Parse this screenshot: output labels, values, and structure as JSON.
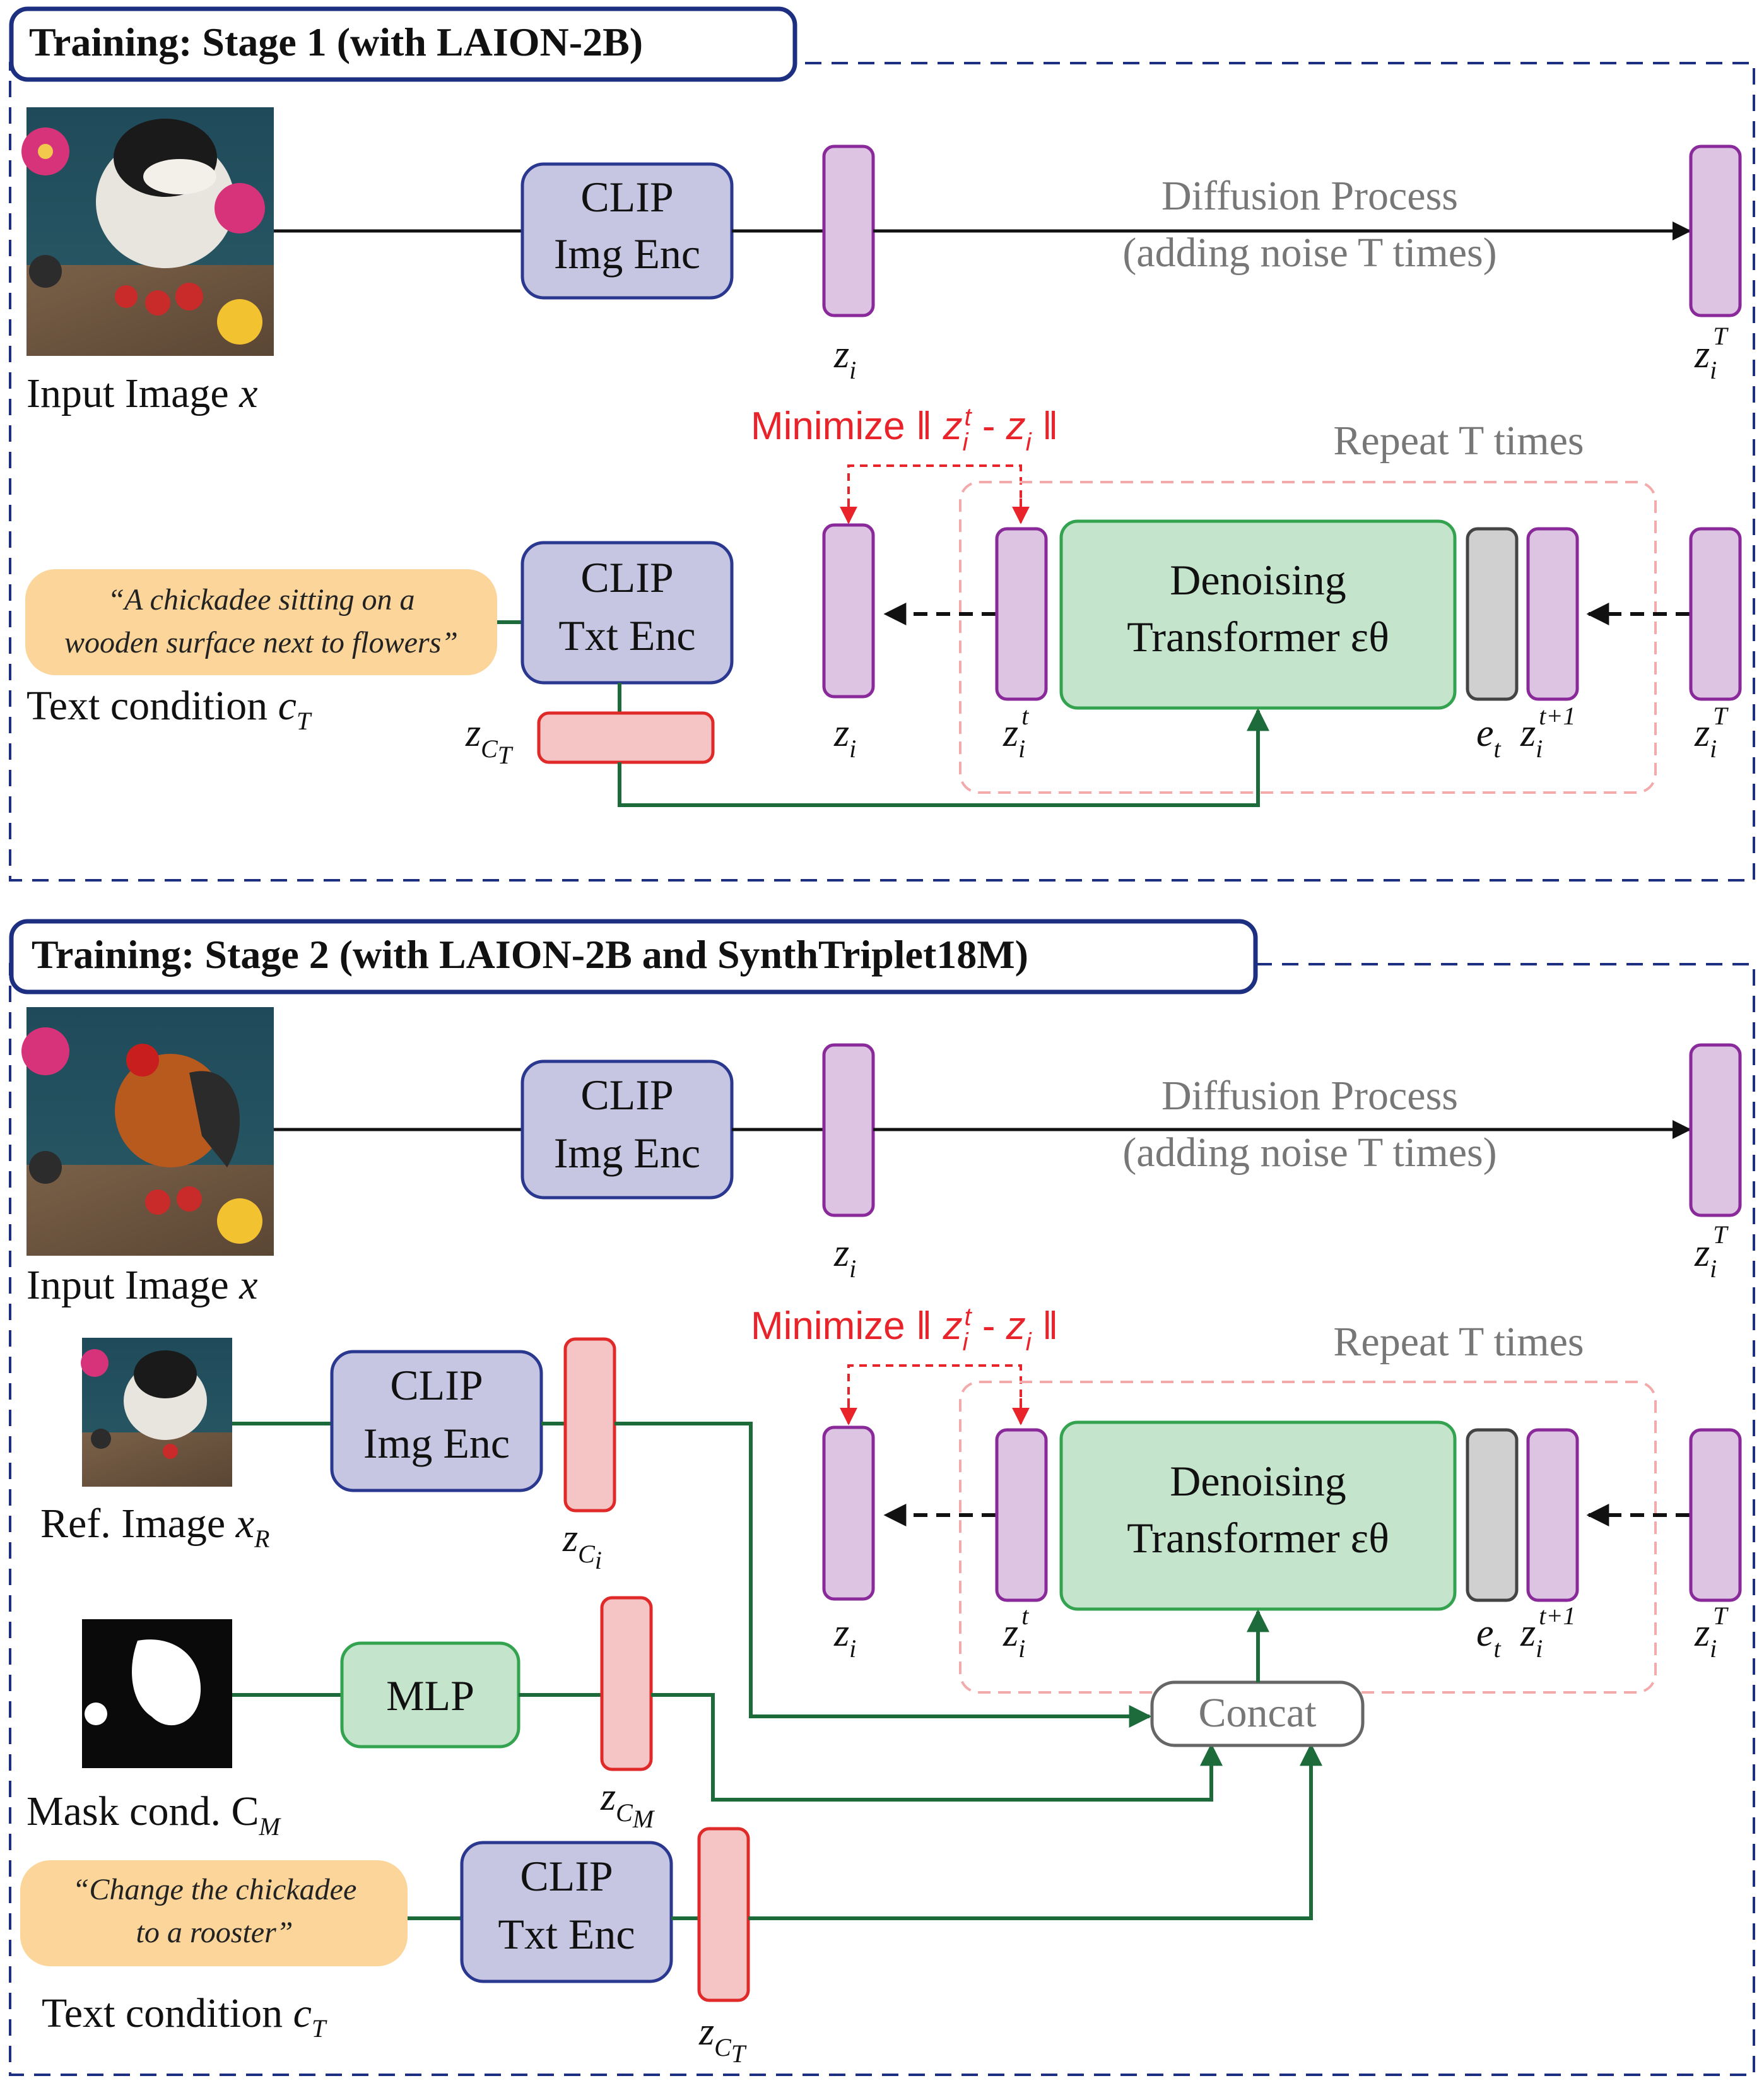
{
  "stage1": {
    "title": "Training: Stage 1 (with LAION-2B)",
    "clip_img_enc": [
      "CLIP",
      "Img Enc"
    ],
    "diffusion": [
      "Diffusion Process",
      "(adding noise T times)"
    ],
    "input_image_label": "Input Image ",
    "input_image_var": "x",
    "minimize_prefix": "Minimize ‖ ",
    "minimize_dash": " - ",
    "minimize_suffix": " ‖",
    "repeat": "Repeat T times",
    "prompt": [
      "“A chickadee sitting on a",
      "wooden surface next to flowers”"
    ],
    "clip_txt_enc": [
      "CLIP",
      "Txt Enc"
    ],
    "text_condition_label": "Text condition ",
    "denoiser": [
      "Denoising",
      "Transformer εθ"
    ]
  },
  "stage2": {
    "title": "Training: Stage 2 (with LAION-2B and SynthTriplet18M)",
    "clip_img_enc": [
      "CLIP",
      "Img Enc"
    ],
    "diffusion": [
      "Diffusion Process",
      "(adding noise T times)"
    ],
    "input_image_label": "Input Image ",
    "input_image_var": "x",
    "minimize_prefix": "Minimize ‖ ",
    "minimize_dash": " - ",
    "minimize_suffix": " ‖",
    "repeat": "Repeat T times",
    "ref_clip_img_enc": [
      "CLIP",
      "Img Enc"
    ],
    "ref_image_label": "Ref. Image ",
    "mlp": "MLP",
    "mask_label": "Mask cond. C",
    "concat": "Concat",
    "prompt": [
      "“Change the chickadee",
      "to a rooster”"
    ],
    "clip_txt_enc": [
      "CLIP",
      "Txt Enc"
    ],
    "text_condition_label": "Text condition ",
    "denoiser": [
      "Denoising",
      "Transformer εθ"
    ]
  },
  "vars": {
    "z": "z",
    "i": "i",
    "T": "T",
    "t": "t",
    "t1": "t+1",
    "e": "e",
    "x": "x",
    "c": "c",
    "CT": "C",
    "T_sub": "T",
    "R": "R",
    "M": "M",
    "iR": "i"
  },
  "colors": {
    "frame": "#1c2f80",
    "clip_fill": "#c6c6e2",
    "clip_stroke": "#2a3890",
    "latent_fill": "#dcc4e2",
    "latent_stroke": "#8a2a9a",
    "cond_fill": "#f5c4c4",
    "cond_stroke": "#e02a2a",
    "denoise_fill": "#c4e4cc",
    "denoise_stroke": "#33a34f",
    "noise_fill": "#d0d0d0",
    "noise_stroke": "#444444",
    "green_line": "#1d6b3a",
    "prompt_fill": "#fbd59a",
    "red": "#e8232a",
    "gray": "#777777"
  }
}
